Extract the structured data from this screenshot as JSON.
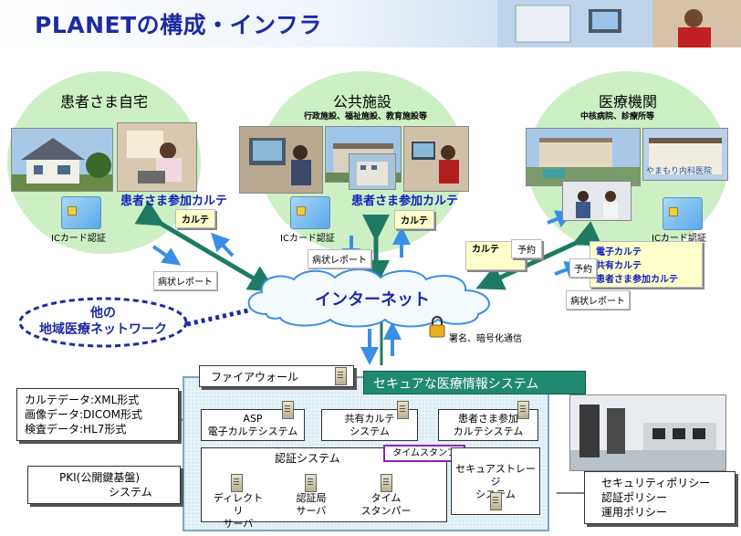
{
  "title": "PLANETの構成・インフラ",
  "sites": {
    "home": {
      "title": "患者さま自宅",
      "karte_label": "患者さま参加カルテ",
      "card_label": "ICカード認証",
      "tag": "カルテ",
      "report": "病状レポート"
    },
    "public": {
      "title": "公共施設",
      "subtitle": "行政施設、福祉施設、教育施設等",
      "karte_label": "患者さま参加カルテ",
      "card_label": "ICカード認証",
      "tag": "カルテ",
      "report": "病状レポート"
    },
    "medical": {
      "title": "医療機関",
      "subtitle": "中核病院、診療所等",
      "card_label": "ICカード認証",
      "clinic_sign": "やまもり内科医院",
      "tag_karte": "カルテ",
      "tag_yoyaku": "予約",
      "tag_yoyaku2": "予約",
      "karte_list": [
        "電子カルテ",
        "共有カルテ",
        "患者さま参加カルテ"
      ],
      "report": "病状レポート"
    }
  },
  "internet": "インターネット",
  "other_network": {
    "line1": "他の",
    "line2": "地域医療ネットワーク"
  },
  "security_note": "署名、暗号化通信",
  "firewall": "ファイアウォール",
  "secure_system": "セキュアな医療情報システム",
  "data_formats": [
    "カルテデータ:XML形式",
    "画像データ:DICOM形式",
    "検査データ:HL7形式"
  ],
  "pki": {
    "line1": "PKI(公開鍵基盤)",
    "line2": "システム"
  },
  "modules": {
    "asp": {
      "line1": "ASP",
      "line2": "電子カルテシステム"
    },
    "shared": {
      "line1": "共有カルテ",
      "line2": "システム"
    },
    "patient": {
      "line1": "患者さま参加",
      "line2": "カルテシステム"
    },
    "auth": {
      "title": "認証システム",
      "directory": [
        "ディレクトリ",
        "サーバ"
      ],
      "ca": [
        "認証局",
        "サーバ"
      ],
      "stamp": [
        "タイム",
        "スタンパー"
      ]
    },
    "timestamp": "タイムスタンプ",
    "storage": {
      "line1": "セキュアストレージ",
      "line2": "システム"
    }
  },
  "policies": [
    "セキュリティポリシー",
    "認証ポリシー",
    "運用ポリシー"
  ],
  "colors": {
    "title": "#1d2ca0",
    "circle": "#ccf0c4",
    "arrow_green": "#1f7a64",
    "arrow_blue": "#3a8ee6",
    "secure_band": "#1f8a70",
    "system_bg": "#d9ecf4"
  }
}
